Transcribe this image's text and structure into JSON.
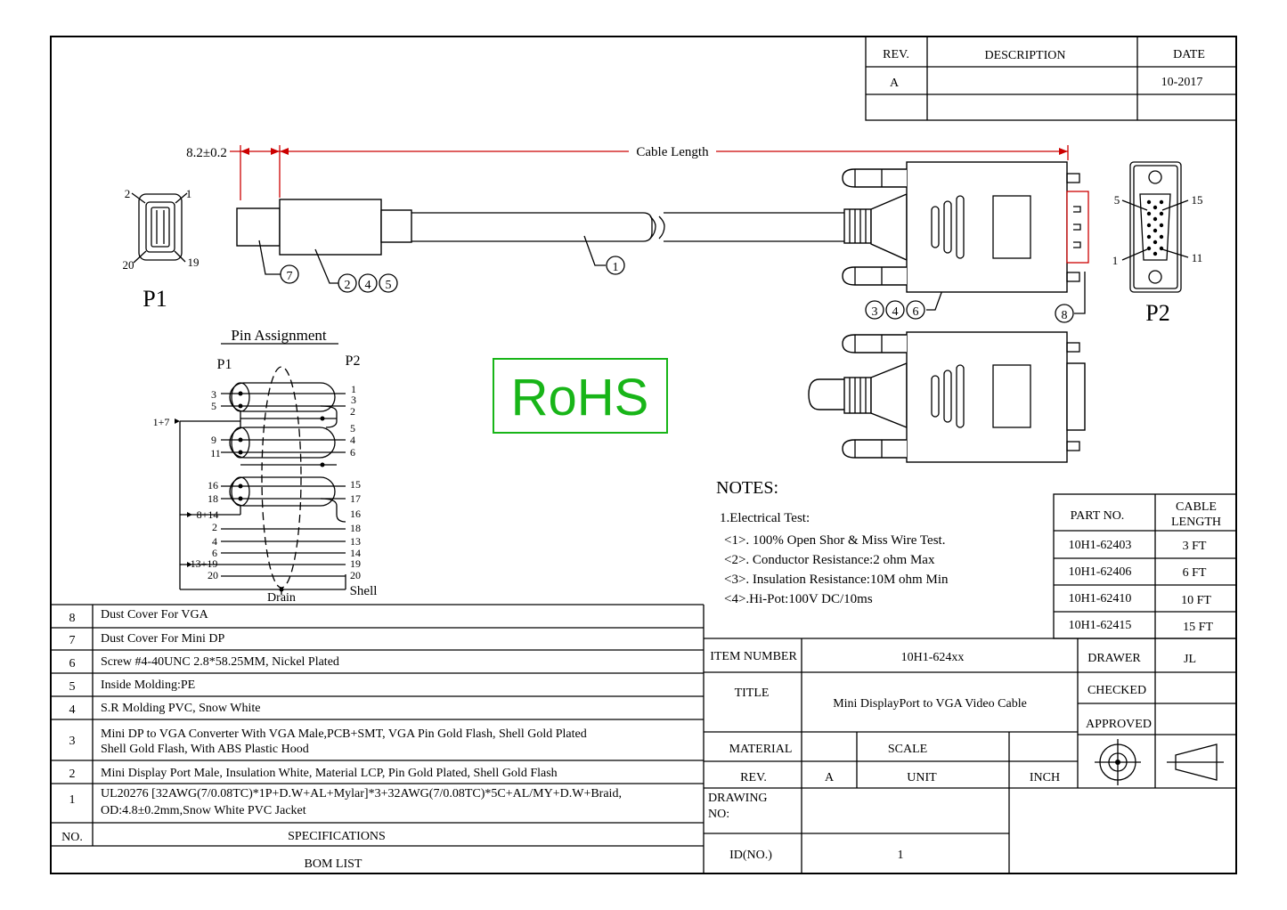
{
  "revision_block": {
    "headers": {
      "rev": "REV.",
      "description": "DESCRIPTION",
      "date": "DATE"
    },
    "rows": [
      {
        "rev": "A",
        "description": "",
        "date": "10-2017"
      }
    ]
  },
  "drawing": {
    "dim_plug": "8.2±0.2",
    "cable_length": "Cable Length",
    "callouts": {
      "c1": "1",
      "c7": "7",
      "c245": [
        "2",
        "4",
        "5"
      ],
      "c346": [
        "3",
        "4",
        "6"
      ],
      "c8": "8"
    },
    "p1": {
      "label": "P1",
      "pins": {
        "tl": "2",
        "tr": "1",
        "bl": "20",
        "br": "19"
      }
    },
    "p2": {
      "label": "P2",
      "pins": {
        "tl": "5",
        "tr": "15",
        "bl": "1",
        "br": "11"
      }
    },
    "rohs": "RoHS",
    "rohs_color": "#18b518"
  },
  "pin_assignment": {
    "title": "Pin Assignment",
    "p1": "P1",
    "p2": "P2",
    "left_pins": [
      "3",
      "5",
      "9",
      "11",
      "16",
      "18",
      "2",
      "4",
      "6",
      "20"
    ],
    "left_combined": [
      "1+7",
      "8+14",
      "13+19"
    ],
    "right_pins": [
      "1",
      "3",
      "2",
      "5",
      "4",
      "6",
      "15",
      "17",
      "16",
      "18",
      "13",
      "14",
      "19",
      "20"
    ],
    "drain": "Drain",
    "shell": "Shell"
  },
  "notes": {
    "title": "NOTES:",
    "lines": [
      "1.Electrical Test:",
      "<1>. 100% Open Shor & Miss Wire Test.",
      "<2>. Conductor Resistance:2 ohm Max",
      "<3>. Insulation Resistance:10M ohm Min",
      "<4>.Hi-Pot:100V DC/10ms"
    ]
  },
  "part_table": {
    "headers": {
      "part_no": "PART NO.",
      "cable_length": [
        "CABLE",
        "LENGTH"
      ]
    },
    "rows": [
      {
        "part": "10H1-62403",
        "length": "3 FT"
      },
      {
        "part": "10H1-62406",
        "length": "6 FT"
      },
      {
        "part": "10H1-62410",
        "length": "10 FT"
      },
      {
        "part": "10H1-62415",
        "length": "15 FT"
      }
    ]
  },
  "bom": {
    "rows": [
      {
        "no": "8",
        "spec": [
          "Dust Cover For VGA"
        ]
      },
      {
        "no": "7",
        "spec": [
          "Dust Cover For Mini DP"
        ]
      },
      {
        "no": "6",
        "spec": [
          "Screw  #4-40UNC 2.8*58.25MM, Nickel Plated"
        ]
      },
      {
        "no": "5",
        "spec": [
          "Inside Molding:PE"
        ]
      },
      {
        "no": "4",
        "spec": [
          "S.R Molding PVC,  Snow White"
        ]
      },
      {
        "no": "3",
        "spec": [
          "Mini DP  to VGA Converter With VGA Male,PCB+SMT,  VGA Pin Gold  Flash, Shell Gold Plated",
          " Shell Gold Flash, With ABS Plastic Hood"
        ]
      },
      {
        "no": "2",
        "spec": [
          "Mini Display Port Male, Insulation White, Material LCP, Pin Gold Plated, Shell Gold Flash"
        ]
      },
      {
        "no": "1",
        "spec": [
          "UL20276 [32AWG(7/0.08TC)*1P+D.W+AL+Mylar]*3+32AWG(7/0.08TC)*5C+AL/MY+D.W+Braid,",
          "OD:4.8±0.2mm,Snow White PVC Jacket"
        ]
      }
    ],
    "header_no": "NO.",
    "header_spec": "SPECIFICATIONS",
    "footer": "BOM LIST"
  },
  "title_block": {
    "item_number_label": "ITEM NUMBER",
    "item_number": "10H1-624xx",
    "drawer_label": "DRAWER",
    "drawer": "JL",
    "title_label": "TITLE",
    "title": "Mini DisplayPort to VGA Video Cable",
    "checked_label": "CHECKED",
    "approved_label": "APPROVED",
    "material_label": "MATERIAL",
    "scale_label": "SCALE",
    "rev_label": "REV.",
    "rev": "A",
    "unit_label": "UNIT",
    "unit": "INCH",
    "drawing_no_label": [
      "DRAWING",
      "NO:"
    ],
    "id_label": "ID(NO.)",
    "id": "1"
  }
}
